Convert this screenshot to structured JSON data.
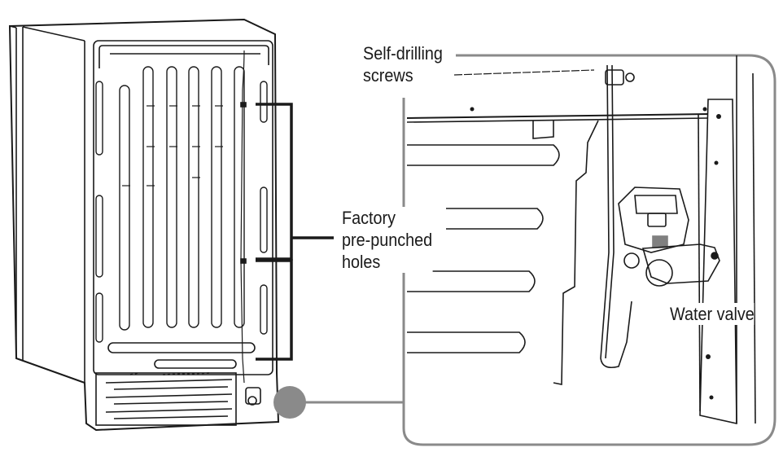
{
  "labels": {
    "screws_line1": "Self-drilling",
    "screws_line2": "screws",
    "holes_line1": "Factory",
    "holes_line2": "pre-punched",
    "holes_line3": "holes",
    "valve": "Water valve"
  },
  "colors": {
    "line": "#1a1a1a",
    "frame": "#8a8a8a",
    "marker": "#8a8a8a"
  }
}
